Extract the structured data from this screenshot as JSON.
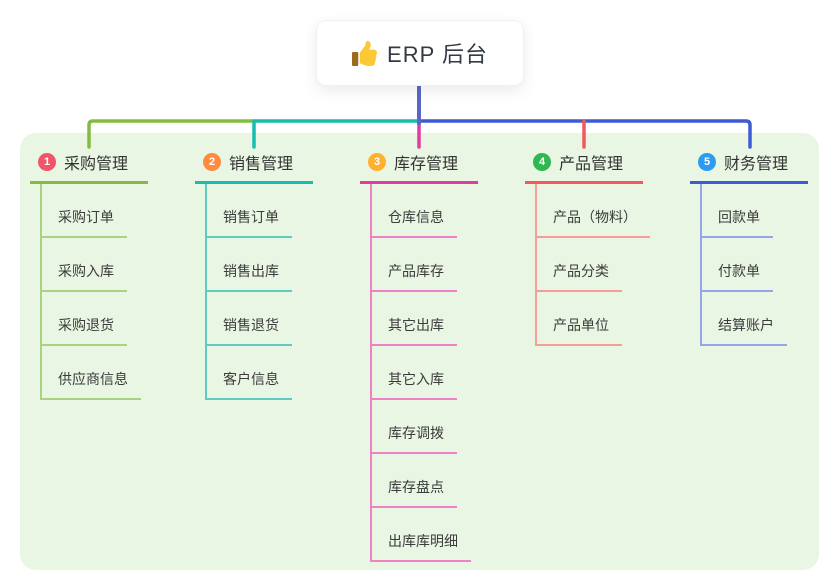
{
  "root": {
    "title": "ERP 后台",
    "icon": "thumbs-up"
  },
  "branches": [
    {
      "index": "1",
      "label": "采购管理",
      "badge_color": "#f0566a",
      "line_color": "#82bd3f",
      "child_line_color": "#a9d37e",
      "children": [
        "采购订单",
        "采购入库",
        "采购退货",
        "供应商信息"
      ]
    },
    {
      "index": "2",
      "label": "销售管理",
      "badge_color": "#ff8b40",
      "line_color": "#17bdad",
      "child_line_color": "#5fcabf",
      "children": [
        "销售订单",
        "销售出库",
        "销售退货",
        "客户信息"
      ]
    },
    {
      "index": "3",
      "label": "库存管理",
      "badge_color": "#ffb02e",
      "line_color": "#e03c9f",
      "child_line_color": "#ee82c4",
      "children": [
        "仓库信息",
        "产品库存",
        "其它出库",
        "其它入库",
        "库存调拨",
        "库存盘点",
        "出库库明细"
      ]
    },
    {
      "index": "4",
      "label": "产品管理",
      "badge_color": "#2eb84f",
      "line_color": "#f2595c",
      "child_line_color": "#f59d97",
      "children": [
        "产品（物料）",
        "产品分类",
        "产品单位"
      ]
    },
    {
      "index": "5",
      "label": "财务管理",
      "badge_color": "#2b9cf2",
      "line_color": "#3f5ad5",
      "child_line_color": "#93a7e6",
      "children": [
        "回款单",
        "付款单",
        "结算账户"
      ]
    }
  ],
  "connector_colors": {
    "root_stem": "#5a66c8",
    "left_segment": "#82bd3f",
    "middle_segment": "#17bdad",
    "right_segment": "#3f5ad5",
    "panel_background": "#e9f6e3"
  }
}
